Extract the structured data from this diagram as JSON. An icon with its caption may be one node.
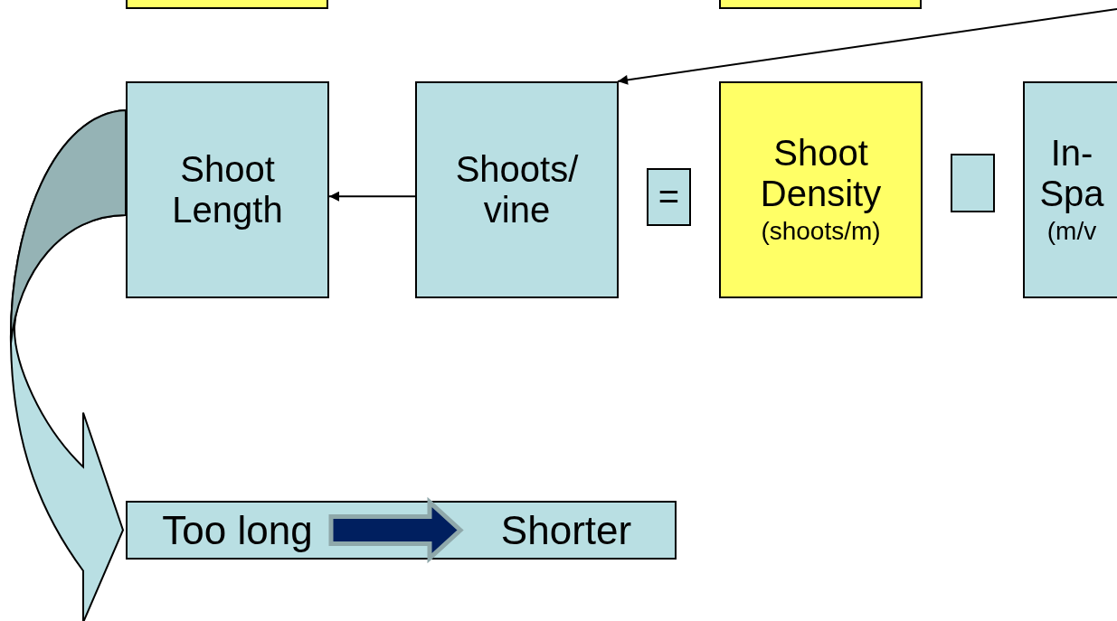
{
  "diagram": {
    "nodes": [
      {
        "text": [],
        "shape": "box"
      },
      {
        "text": [],
        "shape": "box"
      },
      {
        "text": [
          "Shoot Length"
        ]
      },
      {
        "text": [
          "Shoots/ vine"
        ]
      },
      {
        "text": [
          "="
        ]
      },
      {
        "text": [
          "Shoot Density",
          "(shoots/m)"
        ]
      },
      {
        "text": [],
        "shape": "box"
      },
      {
        "text": [
          "In- Spa",
          "(m/v"
        ]
      },
      {
        "text": [],
        "shape": "box"
      },
      {
        "text": [
          "Too long"
        ],
        "in": 8
      },
      {
        "text": [
          "Shorter"
        ],
        "in": 8
      }
    ],
    "edges": [
      {
        "from": null,
        "to": 3,
        "arrow": "to"
      },
      {
        "from": 3,
        "to": 2,
        "arrow": "to"
      },
      {
        "from": 2,
        "to": 8,
        "arrow": "to",
        "style": "thick"
      },
      {
        "from": 9,
        "to": 10,
        "arrow": "to",
        "style": "thick",
        "color": "#001f5f"
      }
    ]
  }
}
